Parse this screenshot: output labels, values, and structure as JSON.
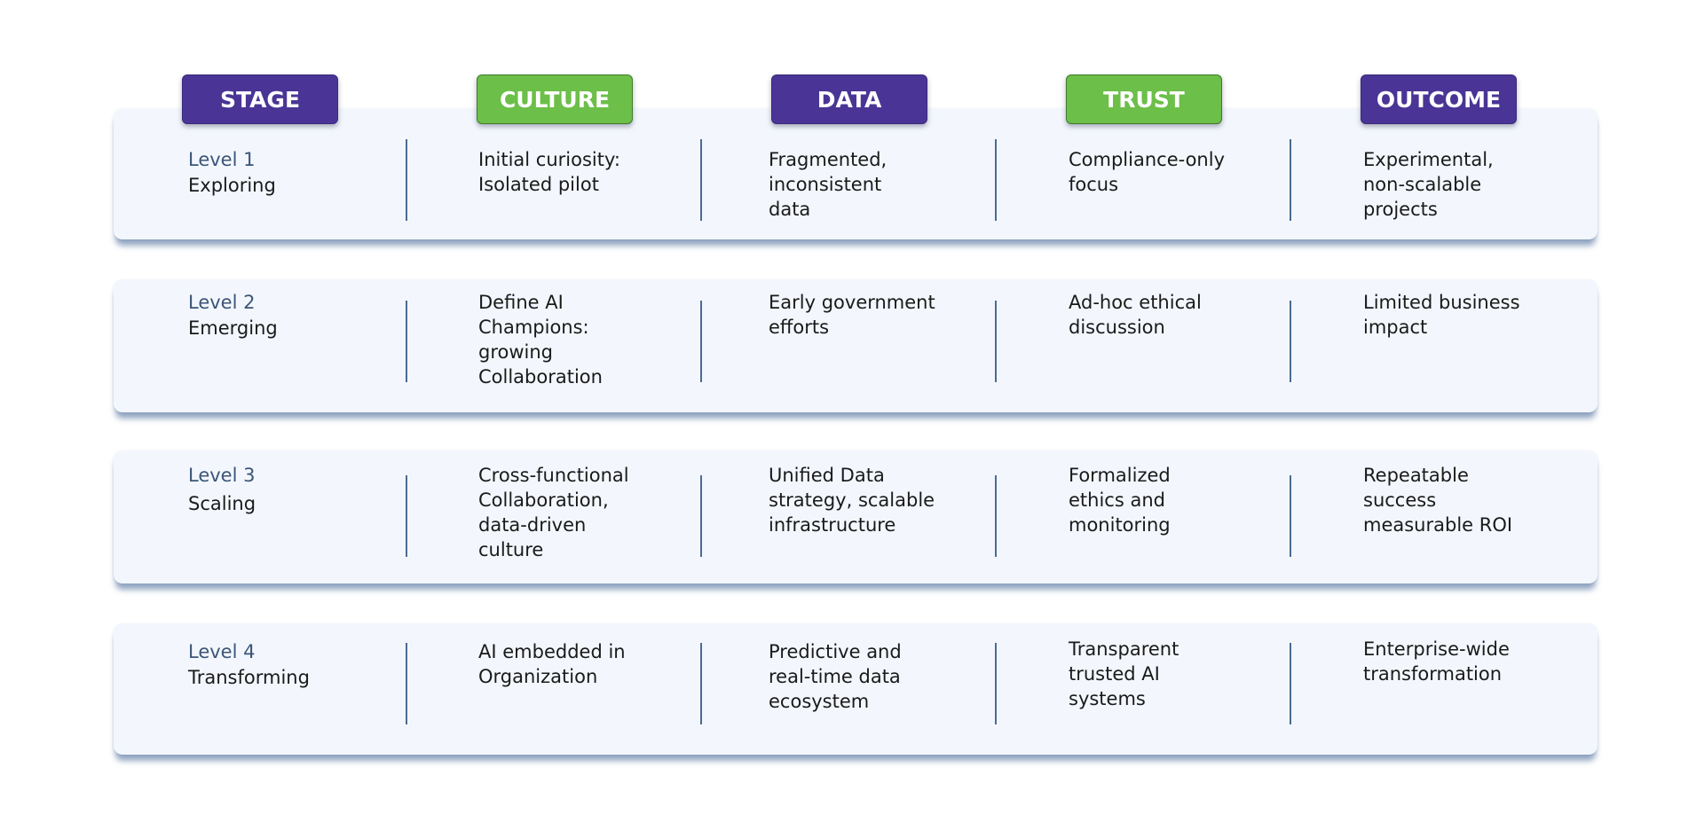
{
  "headers": [
    {
      "label": "STAGE",
      "color": "#4a3596"
    },
    {
      "label": "CULTURE",
      "color": "#6cbf48"
    },
    {
      "label": "DATA",
      "color": "#4a3596"
    },
    {
      "label": "TRUST",
      "color": "#6cbf48"
    },
    {
      "label": "OUTCOME",
      "color": "#4a3596"
    }
  ],
  "rows": [
    {
      "level": "Level 1",
      "stage": "Exploring",
      "culture": "Initial curiosity:\nIsolated pilot",
      "data": "Fragmented,\ninconsistent\ndata",
      "trust": "Compliance-only\nfocus",
      "outcome": "Experimental,\nnon-scalable\nprojects"
    },
    {
      "level": "Level 2",
      "stage": "Emerging",
      "culture": "Define AI\nChampions:\ngrowing\nCollaboration",
      "data": "Early government\nefforts",
      "trust": "Ad-hoc ethical\ndiscussion",
      "outcome": "Limited business\nimpact"
    },
    {
      "level": "Level 3",
      "stage": "Scaling",
      "culture": "Cross-functional\nCollaboration,\ndata-driven\nculture",
      "data": "Unified Data\nstrategy, scalable\ninfrastructure",
      "trust": "Formalized\nethics and\nmonitoring",
      "outcome": "Repeatable\nsuccess\nmeasurable ROI"
    },
    {
      "level": "Level 4",
      "stage": "Transforming",
      "culture": "AI embedded in\nOrganization",
      "data": "Predictive and\nreal-time data\necosystem",
      "trust": "Transparent\ntrusted AI\nsystems",
      "outcome": "Enterprise-wide\ntransformation"
    }
  ]
}
